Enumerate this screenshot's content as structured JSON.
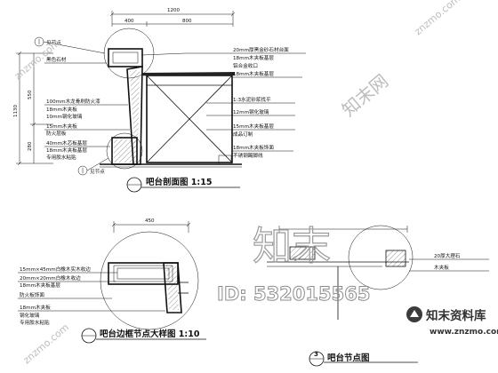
{
  "drawing_1": {
    "title": "吧台剖面图 1:15",
    "overall_dim": "1200",
    "top_dims": [
      "400",
      "800"
    ],
    "height_dims": [
      "1130",
      "550",
      "280"
    ],
    "tag_top": "见节点",
    "tag_bottom": "见节点",
    "left_notes": [
      "黑色石材",
      "100mm木龙骨刷防火漆",
      "18mm木夹板",
      "10mm钢化玻璃",
      "15mm木夹板",
      "防火层板",
      "40mm木芯板基层",
      "18mm木夹板基层",
      "专用胶水粘贴"
    ],
    "right_notes": [
      "20mm厚黑金砂石材台面",
      "18mm木夹板基层",
      "铝合金收口",
      "18mm木夹板基层",
      "1:3水泥砂浆找平",
      "12mm钢化玻璃",
      "15mm木夹板基层",
      "成品订制",
      "18mm木夹板饰面",
      "不锈钢踢脚线"
    ]
  },
  "drawing_2": {
    "title": "吧台边框节点大样图 1:10",
    "dim": "450",
    "notes": [
      "15mm×45mm白橡木实木收边",
      "20mm×20mm白橡木收边",
      "18mm木夹板基层",
      "防火板饰面",
      "18mm木夹板",
      "钢化玻璃",
      "专用胶水粘贴"
    ]
  },
  "drawing_3": {
    "title": "吧台节点图",
    "sheet_no": "3",
    "notes": [
      "20厚大理石",
      "木夹板"
    ]
  },
  "watermark": {
    "brand": "知末",
    "site_label": "知末资料库",
    "url": "www.znzmo.com",
    "diag": "znzmo.com",
    "id_text": "ID: 532015565",
    "stamp": "知末网"
  }
}
